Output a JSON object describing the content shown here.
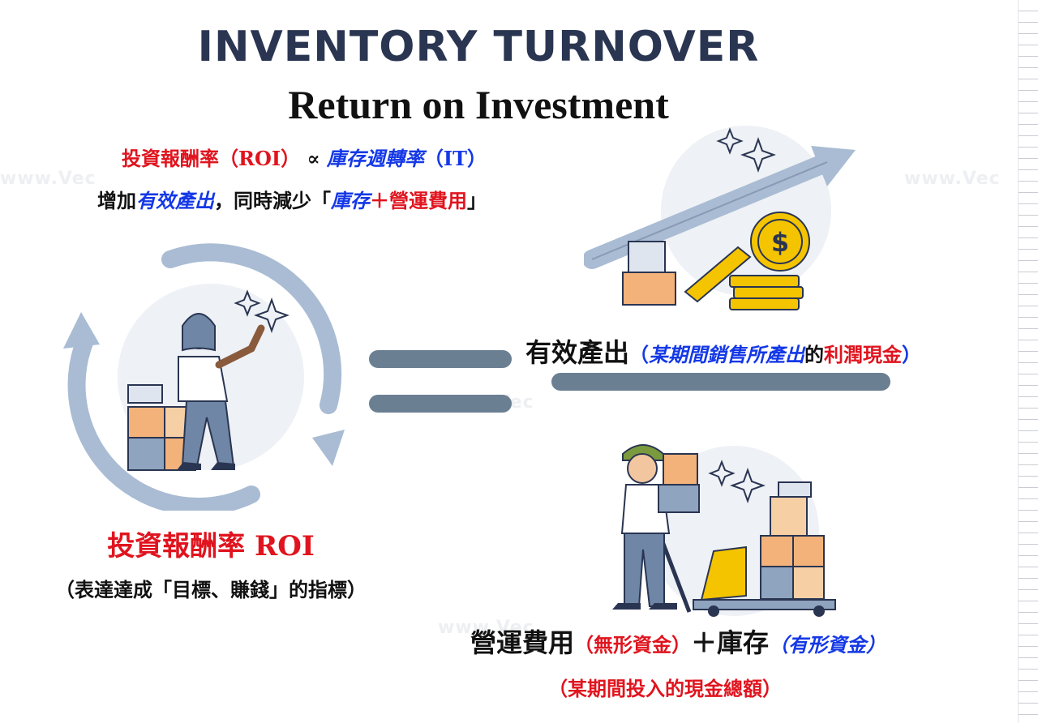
{
  "title": "INVENTORY TURNOVER",
  "subtitle": "Return on Investment",
  "formula": {
    "roi": "投資報酬率（ROI）",
    "proportional": "∝",
    "it": "庫存週轉率",
    "it_abbr": "（IT）"
  },
  "tagline": {
    "prefix": "增加",
    "effective_output": "有效產出",
    "middle": "，同時減少「",
    "inventory": "庫存",
    "plus": "＋",
    "operating_expense": "營運費用",
    "suffix": "」"
  },
  "left": {
    "roi_title": "投資報酬率 ROI",
    "roi_subtitle": "（表達達成「目標、賺錢」的指標）"
  },
  "numerator": {
    "label": "有效產出",
    "note_open": "（",
    "note_italic": "某期間銷售所產出",
    "note_of": "的",
    "note_red": "利潤現金",
    "note_close": "）"
  },
  "denominator": {
    "opex": "營運費用",
    "opex_note": "（無形資金）",
    "plus": "＋",
    "inventory": "庫存",
    "inventory_note": "（有形資金）",
    "explanation": "（某期間投入的現金總額）"
  },
  "watermark": "www.Vec",
  "colors": {
    "red": "#e0141e",
    "blue": "#1438e6",
    "navy": "#2a3552",
    "bar": "#6b7f93",
    "arrow": "#a9bcd4",
    "coin": "#f5c400",
    "box_orange": "#f2b27a"
  },
  "icons": [
    "cycle-arrows-icon",
    "worker-with-boxes-icon",
    "growth-arrow-icon",
    "coin-stack-icon",
    "hand-truck-worker-icon",
    "sparkle-icon"
  ]
}
